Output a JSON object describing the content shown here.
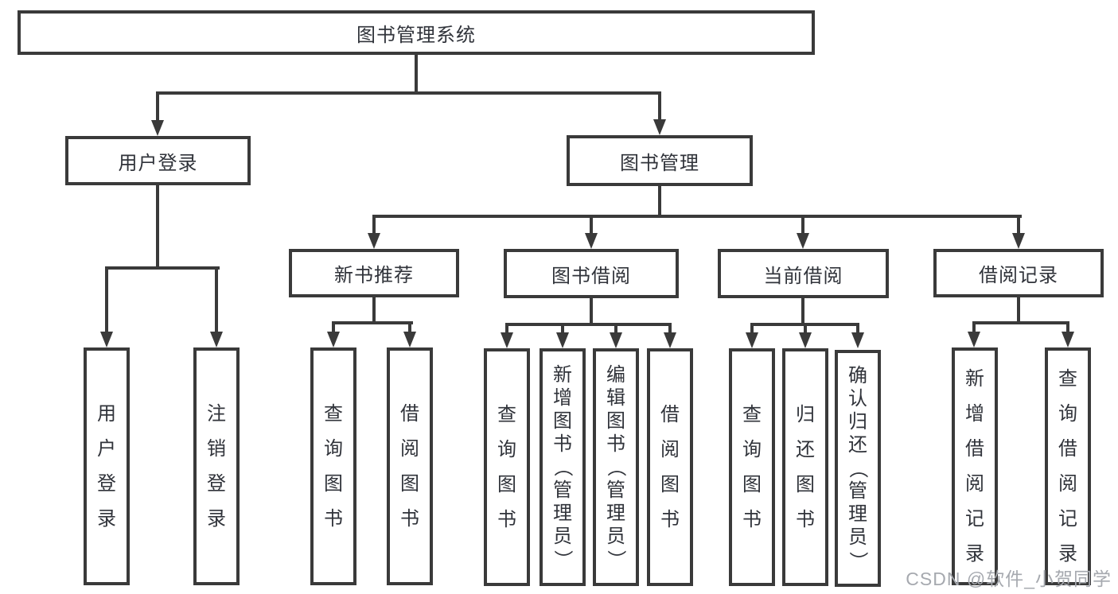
{
  "diagram": {
    "title": "图书管理系统",
    "watermark": "CSDN @软件_小贺同学",
    "colors": {
      "line": "#3a3a3a",
      "text": "#30333a",
      "watermark": "#a6a9af",
      "background": "#ffffff"
    },
    "tree": {
      "id": "root",
      "label": "图书管理系统",
      "children": [
        {
          "id": "user-login",
          "label": "用户登录",
          "children": [
            {
              "id": "v-user-login",
              "label": "用户登录"
            },
            {
              "id": "v-logout",
              "label": "注销登录"
            }
          ]
        },
        {
          "id": "book-mgmt",
          "label": "图书管理",
          "children": [
            {
              "id": "new-book-rec",
              "label": "新书推荐",
              "children": [
                {
                  "id": "v-query-book-1",
                  "label": "查询图书"
                },
                {
                  "id": "v-borrow-book-1",
                  "label": "借阅图书"
                }
              ]
            },
            {
              "id": "book-borrow",
              "label": "图书借阅",
              "children": [
                {
                  "id": "v-query-book-2",
                  "label": "查询图书"
                },
                {
                  "id": "v-add-book",
                  "label": "新增图书（管理员）"
                },
                {
                  "id": "v-edit-book",
                  "label": "编辑图书（管理员）"
                },
                {
                  "id": "v-borrow-book-2",
                  "label": "借阅图书"
                }
              ]
            },
            {
              "id": "current-borrow",
              "label": "当前借阅",
              "children": [
                {
                  "id": "v-query-book-3",
                  "label": "查询图书"
                },
                {
                  "id": "v-return-book",
                  "label": "归还图书"
                },
                {
                  "id": "v-confirm-return",
                  "label": "确认归还（管理员）"
                }
              ]
            },
            {
              "id": "borrow-record",
              "label": "借阅记录",
              "children": [
                {
                  "id": "v-add-record",
                  "label": "新增借阅记录"
                },
                {
                  "id": "v-query-record",
                  "label": "查询借阅记录"
                }
              ]
            }
          ]
        }
      ]
    }
  }
}
